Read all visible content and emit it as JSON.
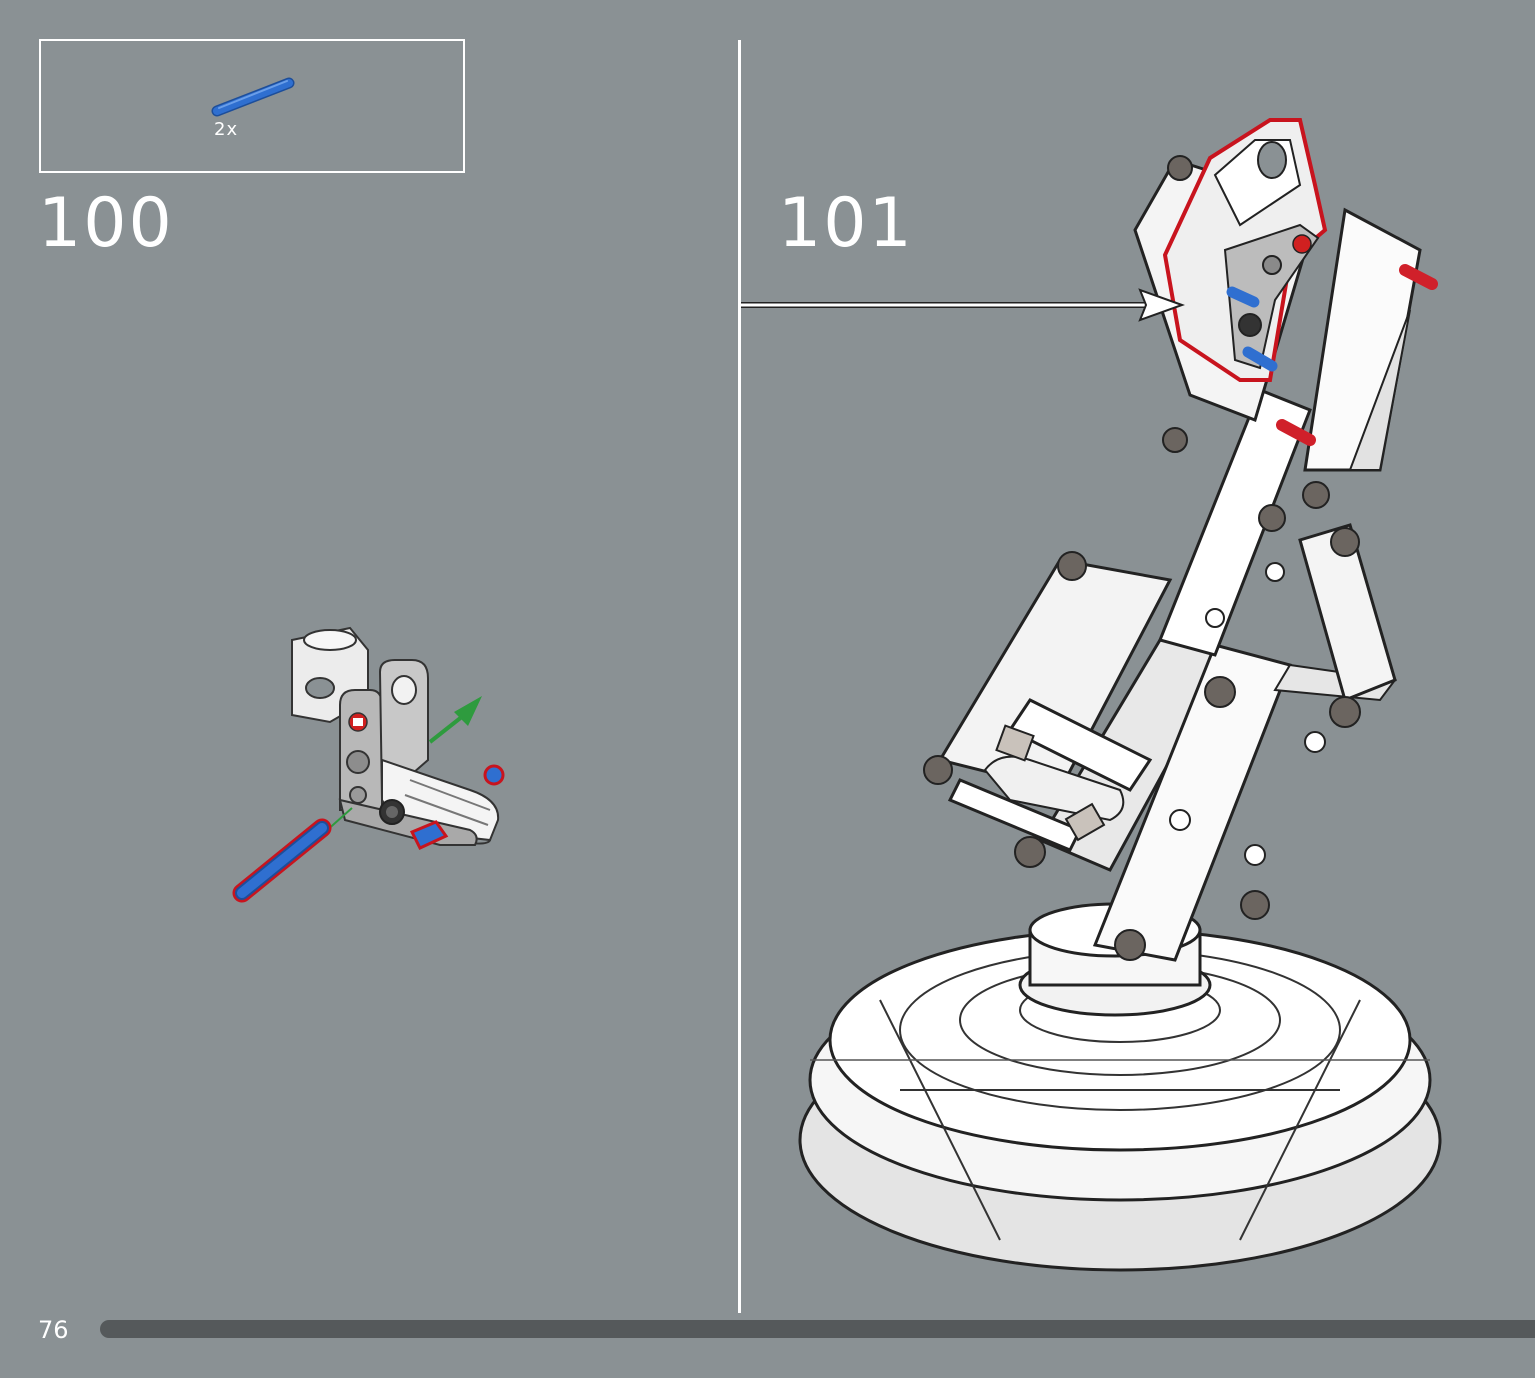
{
  "parts_callout": {
    "quantity": "2x",
    "part_color": "#2f6fd0"
  },
  "steps": [
    {
      "number": "100"
    },
    {
      "number": "101"
    }
  ],
  "page": {
    "number": "76",
    "progress": 0.0
  },
  "colors": {
    "background": "#8a9194",
    "axle_blue": "#2f6fd0",
    "axle_red": "#d0202a",
    "highlight_outline": "#c8141e",
    "direction_arrow": "#2e9b3e",
    "callout_arrow": "#ffffff"
  }
}
